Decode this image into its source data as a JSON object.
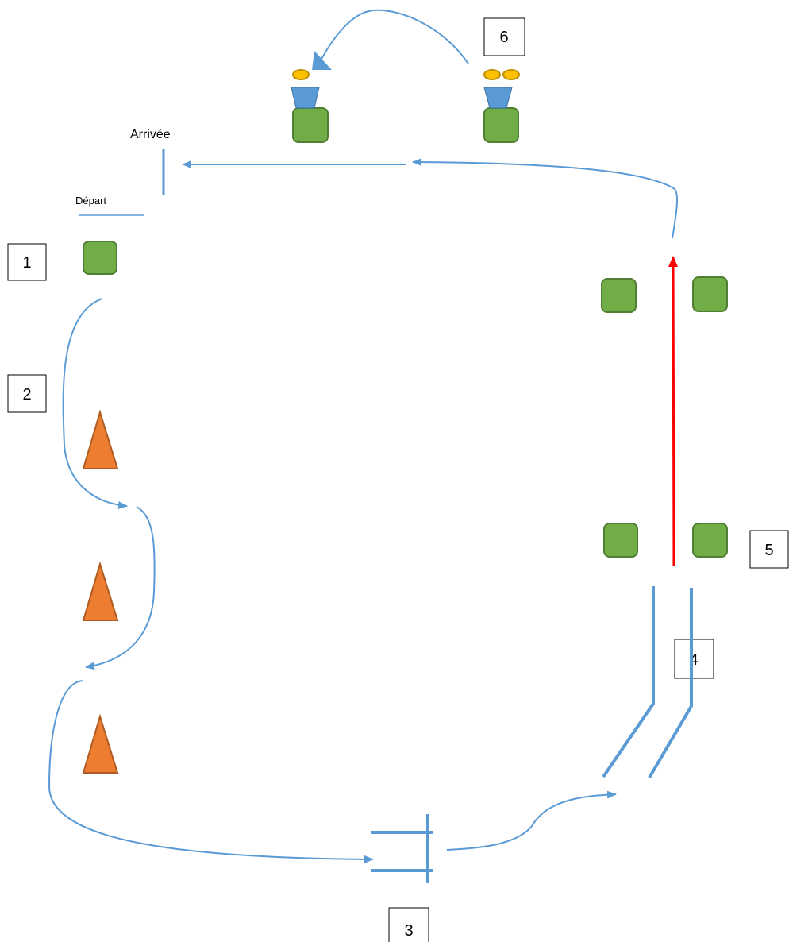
{
  "labels": {
    "arrivee": "Arrivée",
    "depart": "Départ"
  },
  "stations": [
    "1",
    "2",
    "3",
    "4",
    "5",
    "6"
  ],
  "colors": {
    "path": "#5b9bd5",
    "highlight_arrow": "#ff0000",
    "block_fill": "#70ad47",
    "block_stroke": "#507e32",
    "cone_fill": "#ed7d31",
    "cone_stroke": "#ae5a21",
    "ball_fill": "#ffc000",
    "ball_stroke": "#bf9000",
    "bucket_fill": "#5b9bd5"
  },
  "icons": {
    "block": "green-block-icon",
    "cone": "orange-cone-icon",
    "bucket": "blue-bucket-icon",
    "ball": "yellow-ball-icon"
  }
}
